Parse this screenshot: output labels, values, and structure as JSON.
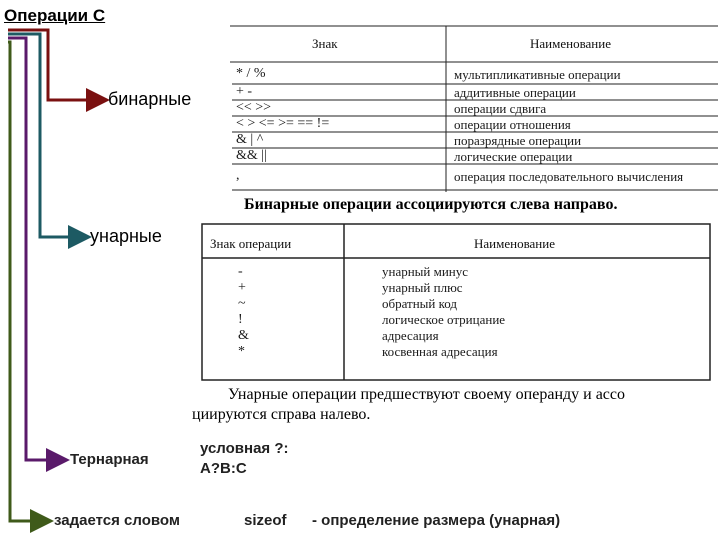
{
  "title": "Операции С",
  "labels": {
    "binary": "бинарные",
    "unary": "унарные",
    "ternary": "Тернарная",
    "ternary_desc_1": "условная ?:",
    "ternary_desc_2": "A?B:C",
    "sizeof_prefix": "задается словом",
    "sizeof_keyword": "sizeof",
    "sizeof_suffix": "- определение размера (унарная)"
  },
  "binary_table": {
    "header_sign": "Знак",
    "header_name": "Наименование",
    "rows": [
      {
        "sign": "* / %",
        "name": "мультипликативные операции"
      },
      {
        "sign": "+ -",
        "name": "аддитивные операции"
      },
      {
        "sign": "<< >>",
        "name": "операции сдвига"
      },
      {
        "sign": "< > <= >= == !=",
        "name": "операции отношения"
      },
      {
        "sign": "& | ^",
        "name": "поразрядные операции"
      },
      {
        "sign": "&& ||",
        "name": "логические операции"
      },
      {
        "sign": ",",
        "name": "операция последовательного вычисления"
      }
    ],
    "caption": "Бинарные операции ассоциируются слева направо."
  },
  "unary_table": {
    "header_sign": "Знак операции",
    "header_name": "Наименование",
    "rows": [
      {
        "sign": "-",
        "name": "унарный минус"
      },
      {
        "sign": "+",
        "name": "унарный плюс"
      },
      {
        "sign": "~",
        "name": "обратный код"
      },
      {
        "sign": "!",
        "name": "логическое отрицание"
      },
      {
        "sign": "&",
        "name": "адресация"
      },
      {
        "sign": "*",
        "name": "косвенная адресация"
      }
    ],
    "caption_1": "Унарные операции предшествуют своему операнду и ассо",
    "caption_2": "циируются справа налево."
  },
  "colors": {
    "binary_arrow": "#7a1010",
    "unary_arrow": "#1d5a63",
    "ternary_arrow": "#5a1a6a",
    "sizeof_arrow": "#3f5a1a",
    "table_line": "#222222"
  }
}
